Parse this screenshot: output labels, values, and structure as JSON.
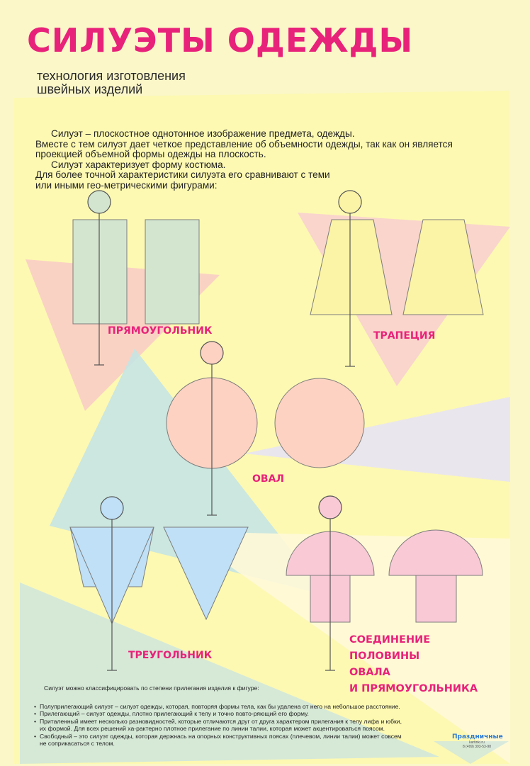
{
  "poster": {
    "title": "СИЛУЭТЫ ОДЕЖДЫ",
    "subtitle_line1": "технология изготовления",
    "subtitle_line2": "швейных изделий"
  },
  "intro": {
    "line1": "Силуэт – плоскостное однотонное изображение предмета, одежды.",
    "line2": "Вместе с тем силуэт дает четкое представление об объемности одежды, так как он является",
    "line3": "проекцией объемной формы одежды на плоскость.",
    "line4": "Силуэт характеризует форму костюма.",
    "line5": "Для более точной характеристики силуэта его сравнивают с теми",
    "line6": "или иными гео-метрическими фигурами:"
  },
  "labels": {
    "rectangle": "ПРЯМОУГОЛЬНИК",
    "trapezoid": "ТРАПЕЦИЯ",
    "oval": "ОВАЛ",
    "triangle": "ТРЕУГОЛЬНИК",
    "combo_line1": "СОЕДИНЕНИЕ",
    "combo_line2": "ПОЛОВИНЫ",
    "combo_line3": "ОВАЛА",
    "combo_line4": "И ПРЯМОУГОЛЬНИКА"
  },
  "classification": {
    "lead": "Силуэт можно классифицировать по степени прилегания изделия к фигуре:",
    "item1": "Полуприлегающий силуэт – силуэт одежды, которая, повторяя формы тела, как бы удалена от него на небольшое расстояние.",
    "item2": "Прилегающий – силуэт одежды, плотно прилегающий к телу и точно повто-ряющий его форму.",
    "item3_line1": "Приталенный имеет несколько разновидностей, которые отличаются друг от друга характером прилегания к телу лифа и юбки,",
    "item3_line2": "их формой. Для всех решений ха-рактерно плотное прилегание по линии талии, которая может акцентироваться поясом.",
    "item4_line1": "Свободный – это силуэт одежды, которая держнась на опорных конструктивных поясах (плечевом, линии талии) может совсем",
    "item4_line2": "не соприкасаться с телом."
  },
  "logo": {
    "brand": "Праздничные",
    "site": "kartinki.ru",
    "phone": "8 (499) 393-53-98"
  },
  "colors": {
    "background": "#fbf7c9",
    "accent": "#e8227a",
    "rectangle_fill": "#d3e5cf",
    "trapezoid_fill": "#fbf3a6",
    "oval_fill": "#fdd2c2",
    "triangle_fill": "#bfe0f6",
    "combo_fill": "#f9c9d6"
  }
}
